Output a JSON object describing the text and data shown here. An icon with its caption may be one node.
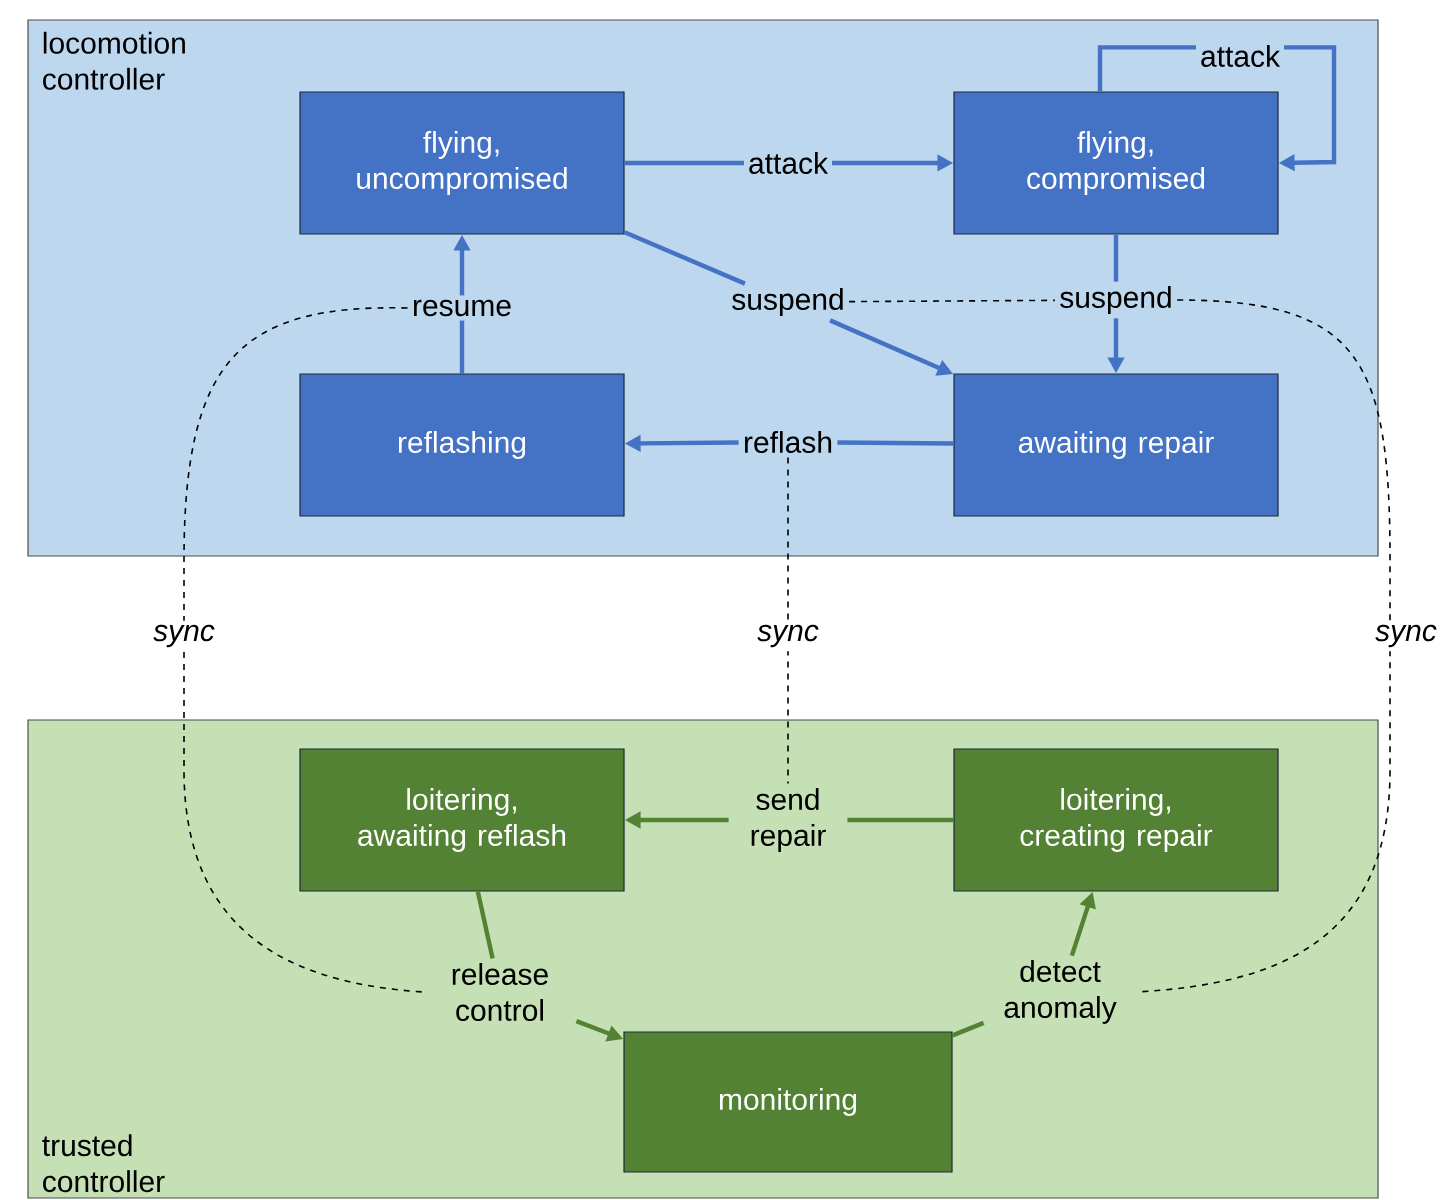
{
  "diagram": {
    "nodes": [
      {
        "text": [
          "locomotion controller"
        ]
      },
      {
        "text": [
          "flying, uncompromised"
        ],
        "in": 0
      },
      {
        "text": [
          "flying, compromised"
        ],
        "in": 0
      },
      {
        "text": [
          "reflashing"
        ],
        "in": 0
      },
      {
        "text": [
          "awaiting repair"
        ],
        "in": 0
      },
      {
        "text": [
          "resume"
        ],
        "in": 0
      },
      {
        "text": [
          "suspend"
        ],
        "in": 0
      },
      {
        "text": [
          "suspend"
        ],
        "in": 0
      },
      {
        "text": [
          "reflash"
        ],
        "in": 0
      },
      {
        "text": [
          "trusted controller"
        ]
      },
      {
        "text": [
          "loitering, awaiting reflash"
        ],
        "in": 9
      },
      {
        "text": [
          "loitering, creating repair"
        ],
        "in": 9
      },
      {
        "text": [
          "monitoring"
        ],
        "in": 9
      },
      {
        "text": [
          "send repair"
        ],
        "in": 9
      },
      {
        "text": [
          "release control"
        ],
        "in": 9
      },
      {
        "text": [
          "detect anomaly"
        ],
        "in": 9
      }
    ],
    "edges": [
      {
        "from": 1,
        "to": 2,
        "arrow": "to",
        "label": "attack"
      },
      {
        "from": 2,
        "to": 2,
        "arrow": "to",
        "label": "attack"
      },
      {
        "from": 3,
        "to": 5,
        "arrow": "none"
      },
      {
        "from": 5,
        "to": 1,
        "arrow": "to"
      },
      {
        "from": 1,
        "to": 6,
        "arrow": "none"
      },
      {
        "from": 6,
        "to": 4,
        "arrow": "to"
      },
      {
        "from": 2,
        "to": 7,
        "arrow": "none"
      },
      {
        "from": 7,
        "to": 4,
        "arrow": "to"
      },
      {
        "from": 4,
        "to": 8,
        "arrow": "none"
      },
      {
        "from": 8,
        "to": 3,
        "arrow": "to"
      },
      {
        "from": 11,
        "to": 13,
        "arrow": "none",
        "color": "#548235"
      },
      {
        "from": 13,
        "to": 10,
        "arrow": "to",
        "color": "#548235"
      },
      {
        "from": 10,
        "to": 14,
        "arrow": "none",
        "color": "#548235"
      },
      {
        "from": 14,
        "to": 12,
        "arrow": "to",
        "color": "#548235"
      },
      {
        "from": 12,
        "to": 15,
        "arrow": "none",
        "color": "#548235"
      },
      {
        "from": 15,
        "to": 11,
        "arrow": "to",
        "color": "#548235"
      },
      {
        "from": 5,
        "to": 14,
        "arrow": "none",
        "style": "dashed",
        "color": "#000000",
        "label": "sync"
      },
      {
        "from": 8,
        "to": 13,
        "arrow": "none",
        "style": "dashed",
        "color": "#000000",
        "label": "sync"
      },
      {
        "from": 6,
        "to": 7,
        "arrow": "none",
        "style": "dashed",
        "color": "#000000"
      },
      {
        "from": 7,
        "to": 15,
        "arrow": "none",
        "style": "dashed",
        "color": "#000000",
        "label": "sync"
      }
    ]
  }
}
